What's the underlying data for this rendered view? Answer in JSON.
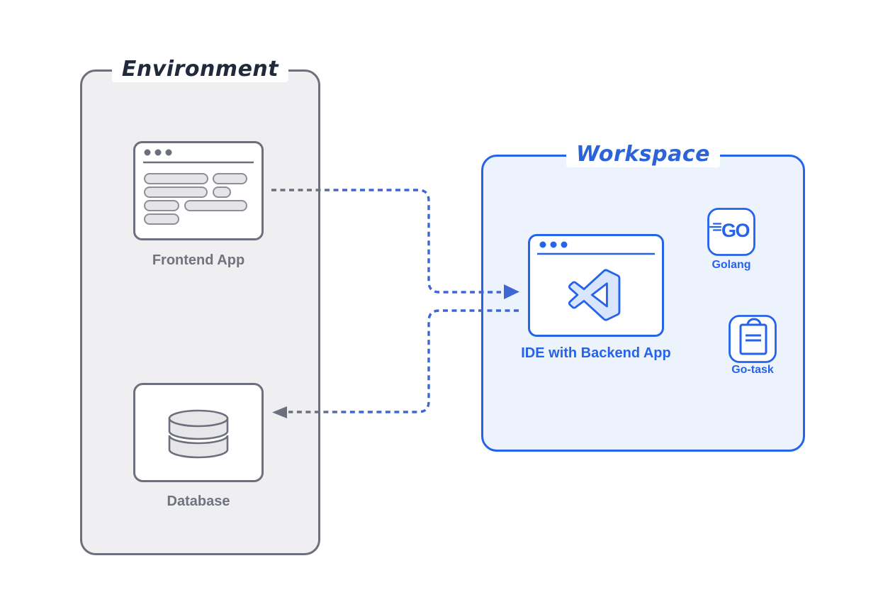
{
  "colors": {
    "environment_border": "#6b707c",
    "environment_fill": "#efeff1",
    "environment_title": "#212a3a",
    "gray_label": "#6f737e",
    "pill_fill": "#e5e5e8",
    "pill_stroke": "#8b8f99",
    "workspace_border": "#2563eb",
    "workspace_fill": "#edf3fd",
    "workspace_title": "#2b63d9",
    "blue_label": "#2563eb",
    "vscode_logo_fill": "#d9e5fc",
    "arrow_gray": "#6b707c",
    "arrow_blue": "#3e66d4"
  },
  "environment": {
    "title": "Environment",
    "nodes": [
      {
        "id": "frontend-app",
        "label": "Frontend App",
        "icon": "browser-window-icon"
      },
      {
        "id": "database",
        "label": "Database",
        "icon": "database-cylinder-icon"
      }
    ]
  },
  "workspace": {
    "title": "Workspace",
    "nodes": [
      {
        "id": "ide",
        "label": "IDE with Backend App",
        "icon": "vscode-window-icon"
      },
      {
        "id": "golang",
        "label": "Golang",
        "icon": "go-logo-icon",
        "logo_text": "GO"
      },
      {
        "id": "go-task",
        "label": "Go-task",
        "icon": "clipboard-icon"
      }
    ]
  },
  "connections": [
    {
      "from": "frontend-app",
      "to": "ide",
      "style": "dashed",
      "color_from": "#6b707c",
      "color_to": "#3e66d4"
    },
    {
      "from": "ide",
      "to": "database",
      "style": "dashed",
      "color_from": "#3e66d4",
      "color_to": "#6b707c"
    }
  ]
}
